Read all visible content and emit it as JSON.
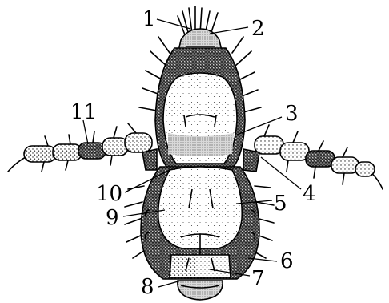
{
  "figure": {
    "labels": [
      "1",
      "2",
      "3",
      "4",
      "5",
      "6",
      "7",
      "8",
      "9",
      "10",
      "11"
    ]
  },
  "colors": {
    "ink": "#000000",
    "paper": "#ffffff",
    "stipple": "#3a3a3a"
  }
}
